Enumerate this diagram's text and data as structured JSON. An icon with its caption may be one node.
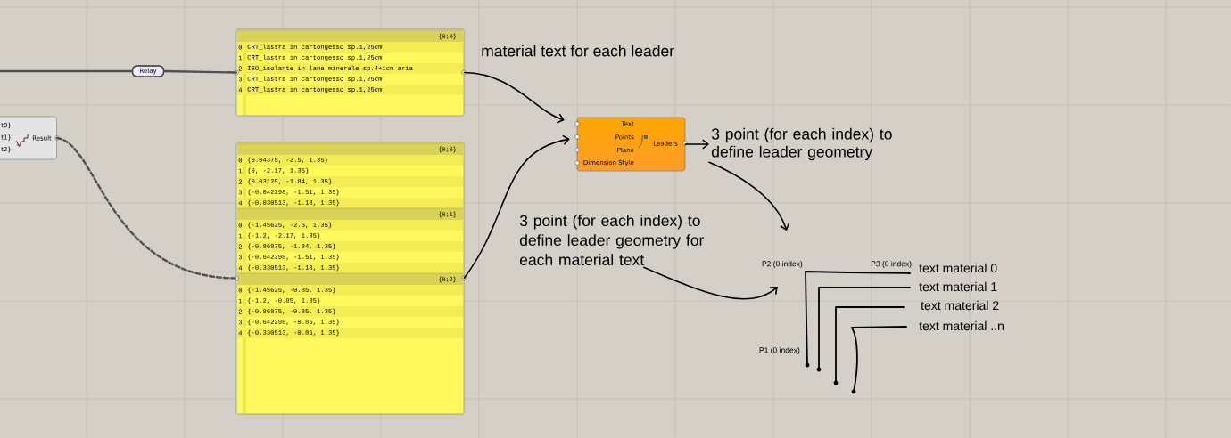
{
  "diagram": {
    "nodes": [
      {
        "text": [
          "t0}",
          "t1}",
          "t2}",
          "Result"
        ]
      },
      {
        "text": [
          "Relay"
        ]
      },
      {
        "text": [
          "{0;0}",
          "0",
          "CRT_lastra in cartongesso sp.1,25cm",
          "1",
          "CRT_lastra in cartongesso sp.1,25cm",
          "2",
          "ISO_isolante in lana minerale sp.4+1cm aria",
          "3",
          "CRT_lastra in cartongesso sp.1,25cm",
          "4",
          "CRT_lastra in cartongesso sp.1,25cm"
        ]
      },
      {
        "text": [
          "{0;0}",
          "0",
          "{0.04375, -2.5, 1.35}",
          "1",
          "{0, -2.17, 1.35}",
          "2",
          "{0.03125, -1.84, 1.35}",
          "3",
          "{-0.042298, -1.51, 1.35}",
          "4",
          "{-0.030513, -1.18, 1.35}",
          "{0;1}",
          "0",
          "{-1.45625, -2.5, 1.35}",
          "1",
          "{-1.2, -2.17, 1.35}",
          "2",
          "{-0.86875, -1.84, 1.35}",
          "3",
          "{-0.642298, -1.51, 1.35}",
          "4",
          "{-0.330513, -1.18, 1.35}",
          "{0;2}",
          "0",
          "{-1.45625, -0.85, 1.35}",
          "1",
          "{-1.2, -0.85, 1.35}",
          "2",
          "{-0.86875, -0.85, 1.35}",
          "3",
          "{-0.642298, -0.85, 1.35}",
          "4",
          "{-0.330513, -0.85, 1.35}"
        ]
      },
      {
        "text": [
          "Text",
          "Points",
          "Plane",
          "Dimension Style",
          "Leaders"
        ]
      },
      {
        "text": [
          "3 point (for each index) to define leader geometry"
        ]
      },
      {
        "text": [
          "3 point (for each index) to define leader geometry for each material text"
        ]
      },
      {
        "text": [],
        "shape": "picture",
        "beside": [
          "P2 (0 index)",
          "P3 (0 index)",
          "text material 0",
          "text material 1",
          "text material 2",
          "text material ..n",
          "P1 (0 index)"
        ]
      }
    ],
    "edges": [
      {
        "from": null,
        "to": 1,
        "arrow": "none",
        "color": "#505050"
      },
      {
        "from": 1,
        "to": 2,
        "arrow": "none",
        "color": "#505050"
      },
      {
        "from": 0,
        "to": 3,
        "arrow": "none",
        "style": "dashed",
        "color": "#505050"
      },
      {
        "from": 2,
        "to": 4,
        "arrow": "to"
      },
      {
        "from": 3,
        "to": 4,
        "arrow": "to"
      },
      {
        "from": 4,
        "to": 5,
        "arrow": "to"
      },
      {
        "from": 5,
        "to": 7,
        "arrow": "to"
      },
      {
        "from": 6,
        "to": 7,
        "arrow": "to"
      }
    ],
    "labels": [
      "material text for each leader"
    ]
  }
}
